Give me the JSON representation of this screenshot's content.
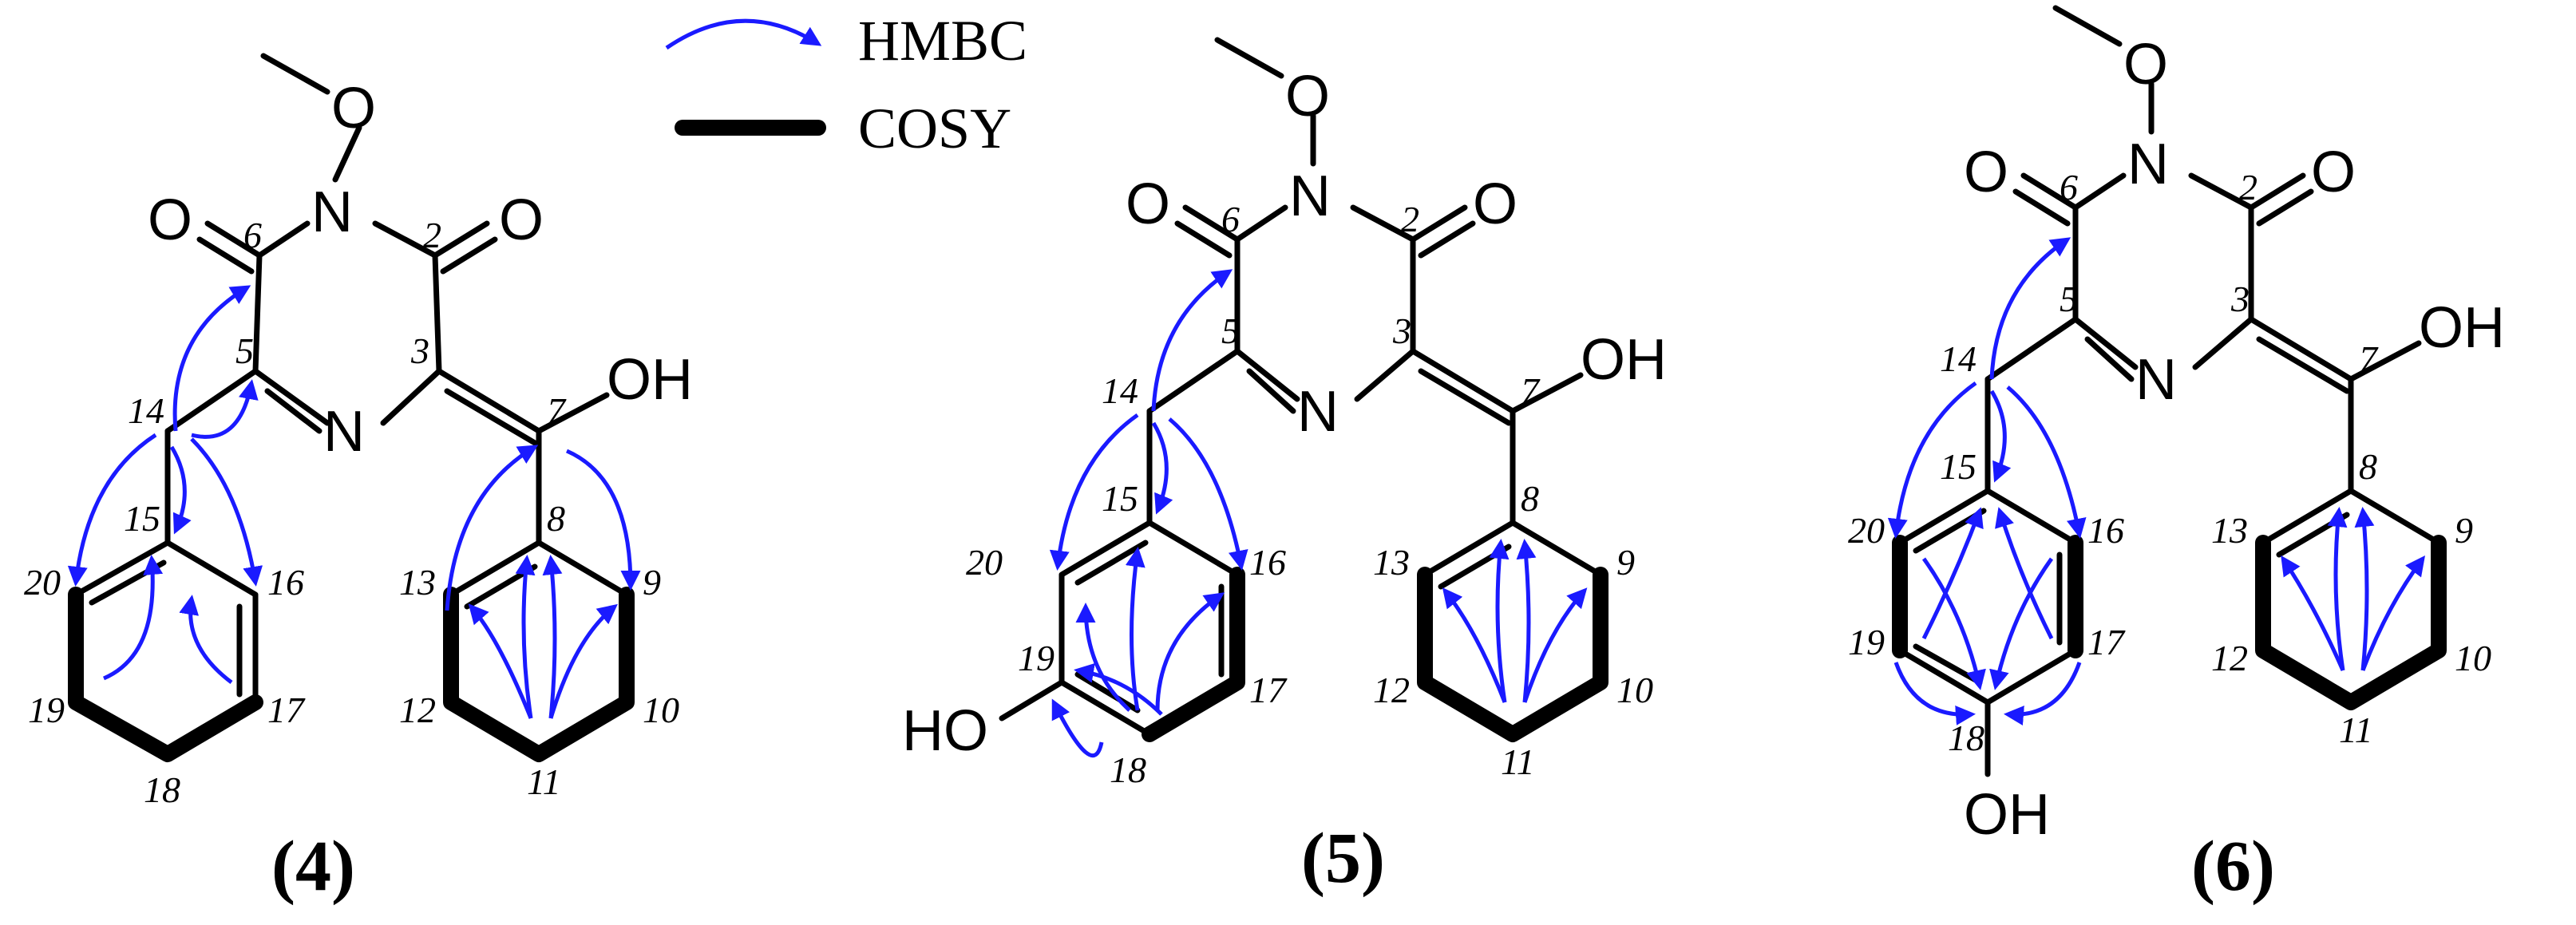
{
  "legend": {
    "hmbc_label": "HMBC",
    "cosy_label": "COSY"
  },
  "atoms": {
    "o": "O",
    "n": "N",
    "oh": "OH",
    "ho": "HO"
  },
  "compounds": [
    {
      "label": "(4)",
      "numbers": [
        "2",
        "3",
        "5",
        "6",
        "7",
        "8",
        "9",
        "10",
        "11",
        "12",
        "13",
        "14",
        "15",
        "16",
        "17",
        "18",
        "19",
        "20"
      ]
    },
    {
      "label": "(5)",
      "numbers": [
        "2",
        "3",
        "5",
        "6",
        "7",
        "8",
        "9",
        "10",
        "11",
        "12",
        "13",
        "14",
        "15",
        "16",
        "17",
        "18",
        "19",
        "20"
      ]
    },
    {
      "label": "(6)",
      "numbers": [
        "2",
        "3",
        "5",
        "6",
        "7",
        "8",
        "9",
        "10",
        "11",
        "12",
        "13",
        "14",
        "15",
        "16",
        "17",
        "18",
        "19",
        "20"
      ]
    }
  ],
  "colors": {
    "hmbc": "#1a1aff",
    "bond": "#000000"
  }
}
